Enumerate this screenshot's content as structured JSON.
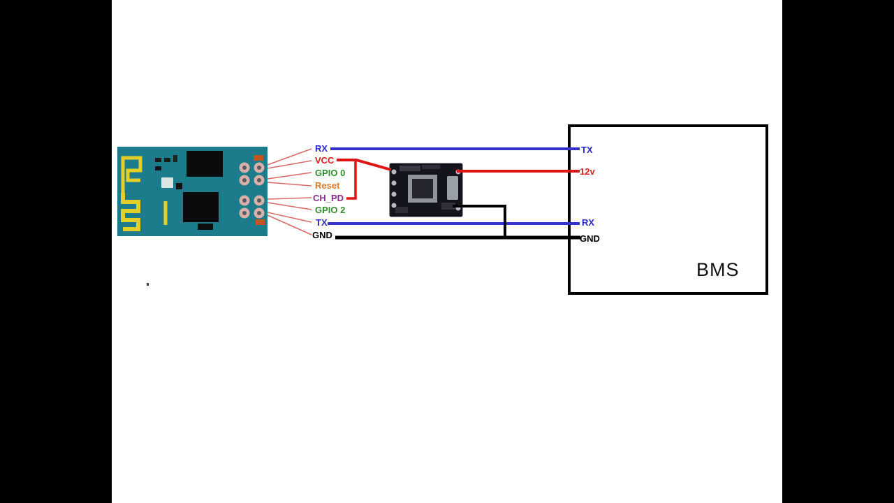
{
  "colors": {
    "wire-blue": "#3333cc",
    "wire-red": "#dd1515",
    "wire-black": "#000000",
    "fan-line": "#d96a6a",
    "esp-pcb": "#1d7c8c",
    "esp-antenna": "#e3cf2a"
  },
  "esp_pins": [
    {
      "label": "RX",
      "color": "#2929cc"
    },
    {
      "label": "VCC",
      "color": "#d42020"
    },
    {
      "label": "GPIO 0",
      "color": "#2f8f2f"
    },
    {
      "label": "Reset",
      "color": "#e07b28"
    },
    {
      "label": "CH_PD",
      "color": "#8a2d8a"
    },
    {
      "label": "GPIO 2",
      "color": "#2f8f2f"
    },
    {
      "label": "TX",
      "color": "#2929cc"
    },
    {
      "label": "GND",
      "color": "#000000"
    }
  ],
  "bms": {
    "title": "BMS",
    "pins": [
      {
        "label": "TX",
        "color": "#2929cc"
      },
      {
        "label": "12v",
        "color": "#d42020"
      },
      {
        "label": "RX",
        "color": "#2929cc"
      },
      {
        "label": "GND",
        "color": "#000000"
      }
    ]
  }
}
